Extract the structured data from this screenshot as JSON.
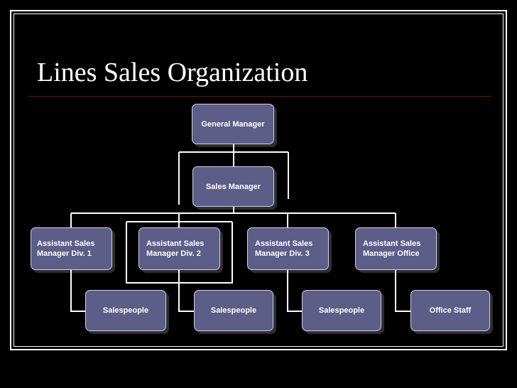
{
  "slide": {
    "title": "Lines Sales Organization"
  },
  "org": {
    "general_manager": "General Manager",
    "sales_manager": "Sales Manager",
    "assistants": [
      "Assistant Sales\n Manager Div. 1",
      "Assistant Sales\n Manager Div. 2",
      "Assistant Sales\n Manager Div. 3",
      "Assistant Sales\n Manager Office"
    ],
    "staff": [
      "Salespeople",
      "Salespeople",
      "Salespeople",
      "Office Staff"
    ]
  },
  "colors": {
    "background": "#000000",
    "box_fill": "#5d5d88",
    "box_border": "#d0d0e8",
    "connector": "#ffffff",
    "title_rule": "#5a1a1a"
  }
}
